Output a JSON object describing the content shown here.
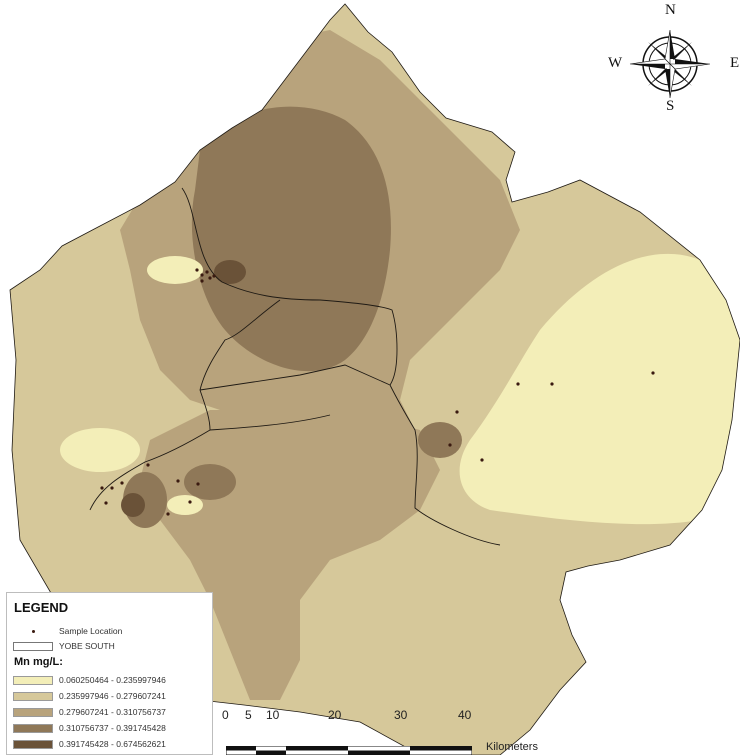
{
  "map": {
    "palette": {
      "class1": "#f3eeb8",
      "class2": "#d6c89a",
      "class3": "#b8a37c",
      "class4": "#8f7858",
      "class5": "#6a5238",
      "boundary": "#1f1a14",
      "sample": "#3a1a10"
    }
  },
  "compass": {
    "north": "N",
    "south": "S",
    "east": "E",
    "west": "W",
    "icon": "compass-rose-icon"
  },
  "legend": {
    "title": "LEGEND",
    "sample_label": "Sample Location",
    "boundary_label": "YOBE SOUTH",
    "subtitle": "Mn mg/L:",
    "classes": [
      {
        "label": "0.060250464 - 0.235997946",
        "color": "#f3eeb8"
      },
      {
        "label": "0.235997946 - 0.279607241",
        "color": "#d6c89a"
      },
      {
        "label": "0.279607241 - 0.310756737",
        "color": "#b8a37c"
      },
      {
        "label": "0.310756737 - 0.391745428",
        "color": "#8f7858"
      },
      {
        "label": "0.391745428 - 0.674562621",
        "color": "#6a5238"
      }
    ]
  },
  "scale_bar": {
    "ticks": [
      "0",
      "5",
      "10",
      "20",
      "30",
      "40"
    ],
    "unit": "Kilometers"
  }
}
